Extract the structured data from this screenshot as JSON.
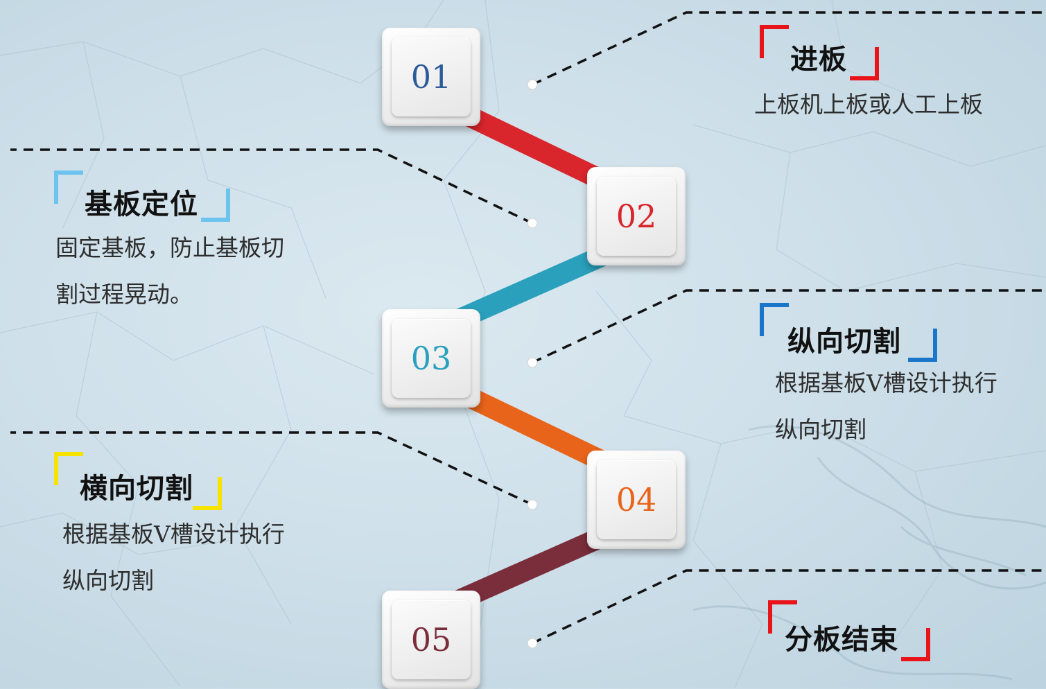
{
  "colors": {
    "red": "#d9252c",
    "teal": "#2aa0bd",
    "orange": "#e8641a",
    "maroon": "#7a2d3b",
    "sky_blue": "#6cc3ee",
    "blue": "#1976c8",
    "yellow": "#f6e300",
    "num_blue": "#2e5c99"
  },
  "steps": [
    {
      "num": "01",
      "title": "进板",
      "desc_lines": [
        "上板机上板或人工上板"
      ]
    },
    {
      "num": "02",
      "title": "基板定位",
      "desc_lines": [
        "固定基板，防止基板切",
        "割过程晃动。"
      ]
    },
    {
      "num": "03",
      "title": "纵向切割",
      "desc_lines": [
        "根据基板V槽设计执行",
        "纵向切割"
      ]
    },
    {
      "num": "04",
      "title": "横向切割",
      "desc_lines": [
        "根据基板V槽设计执行",
        "纵向切割"
      ]
    },
    {
      "num": "05",
      "title": "分板结束",
      "desc_lines": []
    }
  ]
}
